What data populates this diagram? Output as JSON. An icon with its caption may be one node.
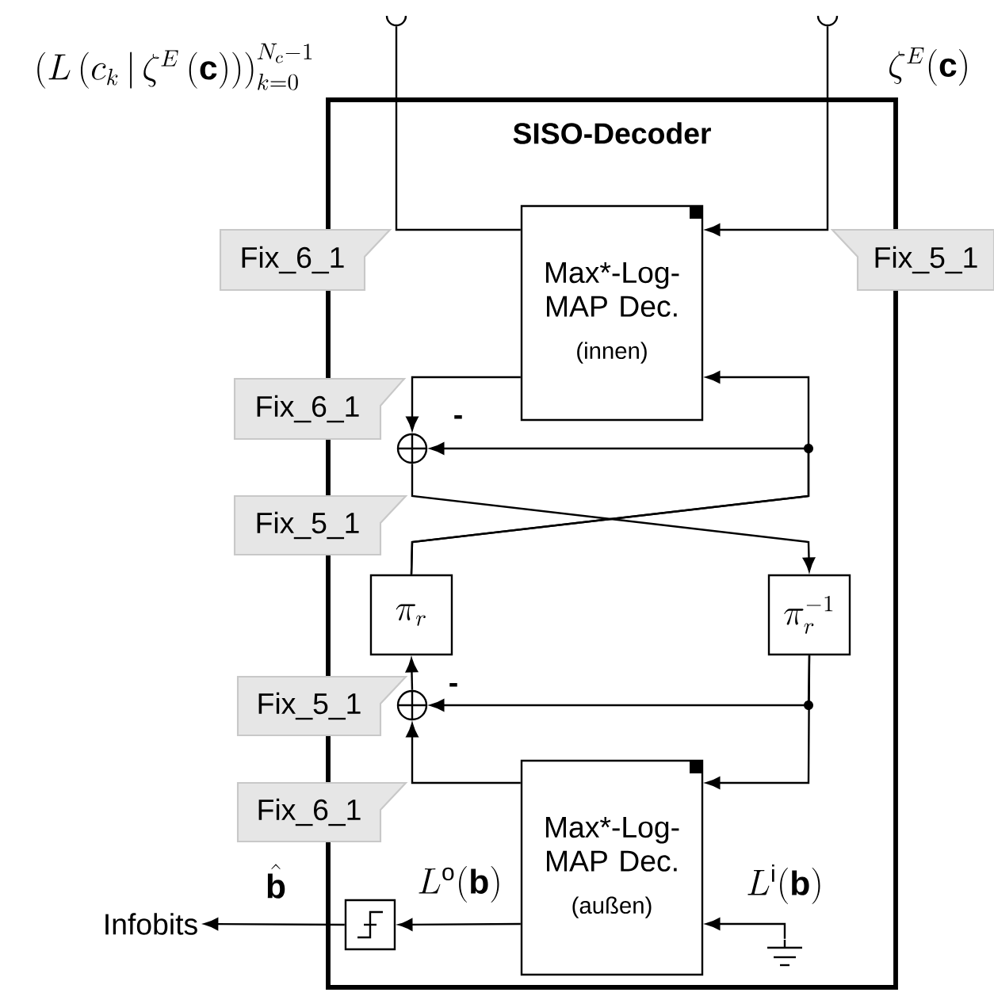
{
  "diagram": {
    "nodes": [
      {
        "text": [
          "SISO-Decoder"
        ]
      },
      {
        "text": [
          "Max*-Log- MAP Dec.",
          "(innen)"
        ],
        "in": 0
      },
      {
        "text": [
          "Max*-Log- MAP Dec.",
          "(außen)"
        ],
        "in": 0
      },
      {
        "text": [],
        "shape": "circle",
        "in": 0
      },
      {
        "text": [],
        "shape": "circle",
        "in": 0
      },
      {
        "text": [
          "\\pi_r"
        ],
        "in": 0
      },
      {
        "text": [
          "\\pi_r^{-1}"
        ],
        "in": 0
      },
      {
        "text": [],
        "shape": "box",
        "in": 0
      },
      {
        "text": [],
        "shape": "terminal",
        "beside": [
          "\\left(L\\left(c_k\\,\\middle|\\,\\zeta^{E}\\left(\\mathbf{c}\\right)\\right)\\right)_{k=0}^{N_c-1}"
        ]
      },
      {
        "text": [],
        "shape": "terminal",
        "beside": [
          "\\zeta^{E}(\\mathbf{c})"
        ]
      },
      {
        "text": [],
        "shape": "ground",
        "in": 0
      },
      {
        "text": [
          "Infobits"
        ]
      },
      {
        "text": [
          "Fix_6_1"
        ]
      },
      {
        "text": [
          "Fix_5_1"
        ]
      },
      {
        "text": [
          "Fix_6_1"
        ]
      },
      {
        "text": [
          "Fix_5_1"
        ]
      },
      {
        "text": [
          "Fix_5_1"
        ]
      },
      {
        "text": [
          "Fix_6_1"
        ]
      }
    ],
    "edges": [
      {
        "from": 1,
        "to": 8,
        "arrow": "none"
      },
      {
        "from": 9,
        "to": 1,
        "arrow": "to"
      },
      {
        "from": 1,
        "to": 3,
        "arrow": "to"
      },
      {
        "from": 5,
        "to": 1,
        "arrow": "to"
      },
      {
        "from": 5,
        "to": 3,
        "arrow": "to",
        "label": "-"
      },
      {
        "from": 3,
        "to": 6,
        "arrow": "to"
      },
      {
        "from": 6,
        "to": 4,
        "arrow": "to",
        "label": "-"
      },
      {
        "from": 6,
        "to": 2,
        "arrow": "to"
      },
      {
        "from": 2,
        "to": 4,
        "arrow": "to"
      },
      {
        "from": 4,
        "to": 5,
        "arrow": "to"
      },
      {
        "from": 2,
        "to": 7,
        "arrow": "to",
        "label": "L^{\\mathrm{o}}(\\mathbf{b})"
      },
      {
        "from": 7,
        "to": 11,
        "arrow": "to",
        "label": "\\hat{\\mathbf{b}}"
      },
      {
        "from": 10,
        "to": 2,
        "arrow": "to",
        "label": "L^{\\mathrm{i}}(\\mathbf{b})"
      }
    ]
  }
}
